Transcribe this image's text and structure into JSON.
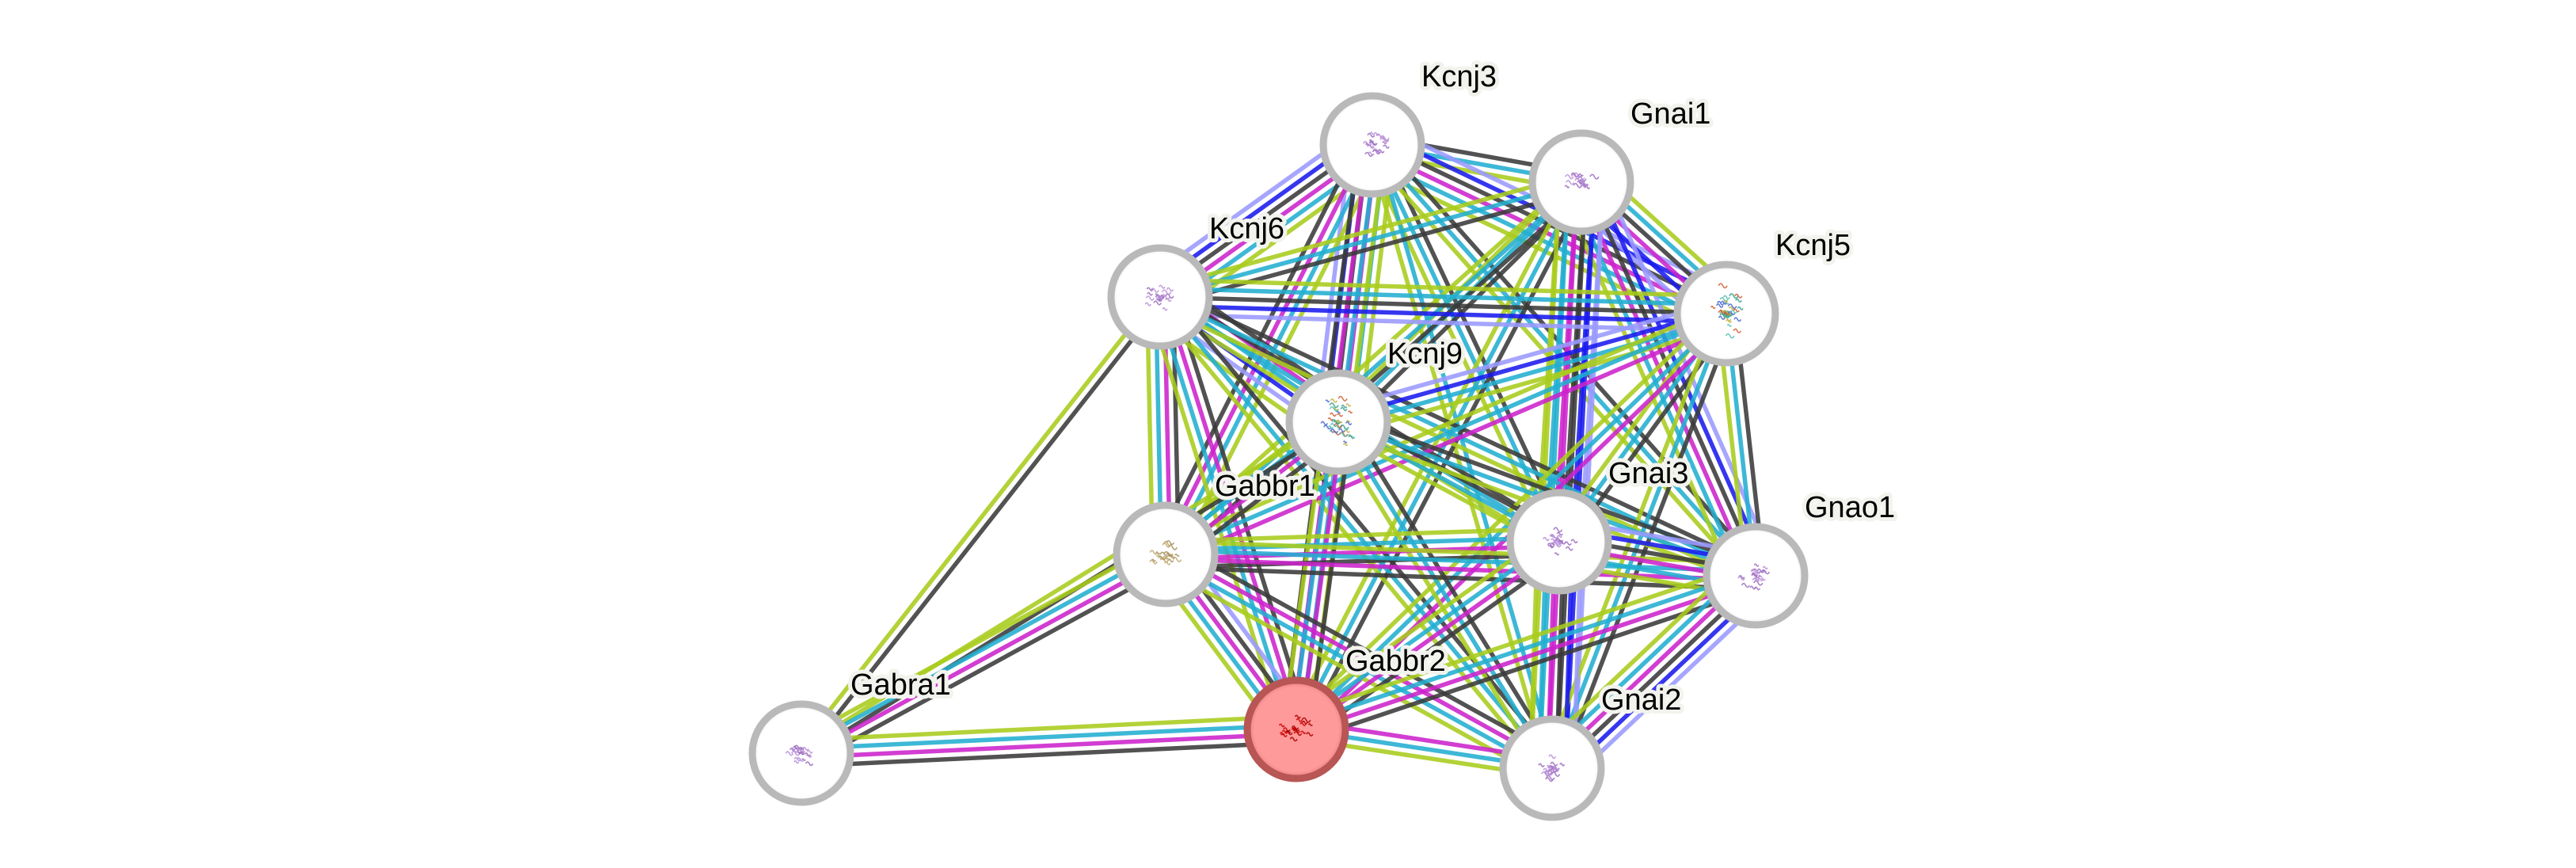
{
  "network": {
    "query_node": "Gabbr2",
    "colors": {
      "node_ring": "#b9b9b9",
      "node_fill": "#ffffff",
      "query_ring": "#b85555",
      "query_fill": "#ff9a9a",
      "label_halo": "#f3f3ee",
      "evidence": {
        "black": "#3a3a3a",
        "lime": "#a8cc1c",
        "cyan": "#22aed0",
        "magenta": "#cc22cc",
        "blue": "#1a1aee",
        "lightblue": "#9a9aff"
      }
    },
    "nodes": [
      {
        "id": "Kcnj3",
        "label": "Kcnj3",
        "structure": "purple-structure"
      },
      {
        "id": "Gnai1",
        "label": "Gnai1",
        "structure": "purple-structure"
      },
      {
        "id": "Kcnj6",
        "label": "Kcnj6",
        "structure": "purple-structure"
      },
      {
        "id": "Kcnj5",
        "label": "Kcnj5",
        "structure": "rainbow-structure"
      },
      {
        "id": "Kcnj9",
        "label": "Kcnj9",
        "structure": "rainbow-structure"
      },
      {
        "id": "Gabbr1",
        "label": "Gabbr1",
        "structure": "tan-structure"
      },
      {
        "id": "Gnai3",
        "label": "Gnai3",
        "structure": "purple-structure"
      },
      {
        "id": "Gnao1",
        "label": "Gnao1",
        "structure": "purple-structure"
      },
      {
        "id": "Gabbr2",
        "label": "Gabbr2",
        "structure": "red-structure"
      },
      {
        "id": "Gnai2",
        "label": "Gnai2",
        "structure": "purple-structure"
      },
      {
        "id": "Gabra1",
        "label": "Gabra1",
        "structure": "purple-structure"
      }
    ],
    "edges": [
      {
        "a": "Kcnj3",
        "b": "Gnai1",
        "evidence": [
          "black",
          "cyan",
          "lime"
        ]
      },
      {
        "a": "Kcnj3",
        "b": "Kcnj6",
        "evidence": [
          "lime",
          "cyan",
          "magenta",
          "black",
          "blue",
          "lightblue"
        ]
      },
      {
        "a": "Kcnj3",
        "b": "Kcnj5",
        "evidence": [
          "lightblue",
          "blue",
          "black",
          "magenta",
          "cyan",
          "lime"
        ]
      },
      {
        "a": "Kcnj3",
        "b": "Kcnj9",
        "evidence": [
          "lime",
          "cyan",
          "magenta",
          "black",
          "blue",
          "lightblue"
        ]
      },
      {
        "a": "Kcnj3",
        "b": "Gabbr1",
        "evidence": [
          "lime",
          "cyan",
          "magenta",
          "black"
        ]
      },
      {
        "a": "Kcnj3",
        "b": "Gnai3",
        "evidence": [
          "black",
          "cyan",
          "lime"
        ]
      },
      {
        "a": "Kcnj3",
        "b": "Gnao1",
        "evidence": [
          "black",
          "cyan",
          "lime"
        ]
      },
      {
        "a": "Kcnj3",
        "b": "Gabbr2",
        "evidence": [
          "lime",
          "cyan",
          "magenta",
          "black"
        ]
      },
      {
        "a": "Kcnj3",
        "b": "Gnai2",
        "evidence": [
          "cyan",
          "lime"
        ]
      },
      {
        "a": "Gnai1",
        "b": "Kcnj6",
        "evidence": [
          "black",
          "cyan",
          "lime"
        ]
      },
      {
        "a": "Gnai1",
        "b": "Kcnj5",
        "evidence": [
          "lime",
          "cyan",
          "black",
          "magenta",
          "blue",
          "lightblue"
        ]
      },
      {
        "a": "Gnai1",
        "b": "Kcnj9",
        "evidence": [
          "black",
          "cyan",
          "lime"
        ]
      },
      {
        "a": "Gnai1",
        "b": "Gabbr1",
        "evidence": [
          "black",
          "cyan",
          "lime"
        ]
      },
      {
        "a": "Gnai1",
        "b": "Gnai3",
        "evidence": [
          "lightblue",
          "blue",
          "black",
          "magenta",
          "cyan",
          "lime"
        ]
      },
      {
        "a": "Gnai1",
        "b": "Gnao1",
        "evidence": [
          "lightblue",
          "blue",
          "black",
          "magenta",
          "cyan",
          "lime"
        ]
      },
      {
        "a": "Gnai1",
        "b": "Gabbr2",
        "evidence": [
          "black",
          "cyan",
          "lime"
        ]
      },
      {
        "a": "Gnai1",
        "b": "Gnai2",
        "evidence": [
          "lightblue",
          "blue",
          "black",
          "magenta",
          "cyan",
          "lime"
        ]
      },
      {
        "a": "Kcnj6",
        "b": "Kcnj5",
        "evidence": [
          "lime",
          "cyan",
          "black",
          "blue",
          "lightblue"
        ]
      },
      {
        "a": "Kcnj6",
        "b": "Kcnj9",
        "evidence": [
          "black",
          "magenta",
          "cyan",
          "blue",
          "lightblue",
          "lime"
        ]
      },
      {
        "a": "Kcnj6",
        "b": "Gabbr1",
        "evidence": [
          "black",
          "magenta",
          "cyan",
          "lime"
        ]
      },
      {
        "a": "Kcnj6",
        "b": "Gnai3",
        "evidence": [
          "black",
          "cyan",
          "lime"
        ]
      },
      {
        "a": "Kcnj6",
        "b": "Gnao1",
        "evidence": [
          "black",
          "cyan",
          "lime"
        ]
      },
      {
        "a": "Kcnj6",
        "b": "Gabbr2",
        "evidence": [
          "black",
          "magenta",
          "cyan",
          "lime"
        ]
      },
      {
        "a": "Kcnj6",
        "b": "Gnai2",
        "evidence": [
          "black",
          "cyan",
          "lime"
        ]
      },
      {
        "a": "Kcnj6",
        "b": "Gabra1",
        "evidence": [
          "black",
          "lime"
        ]
      },
      {
        "a": "Kcnj5",
        "b": "Kcnj9",
        "evidence": [
          "lime",
          "cyan",
          "blue",
          "lightblue"
        ]
      },
      {
        "a": "Kcnj5",
        "b": "Gabbr1",
        "evidence": [
          "magenta",
          "cyan",
          "lime"
        ]
      },
      {
        "a": "Kcnj5",
        "b": "Gnai3",
        "evidence": [
          "black",
          "cyan",
          "lime"
        ]
      },
      {
        "a": "Kcnj5",
        "b": "Gnao1",
        "evidence": [
          "black",
          "cyan",
          "lime"
        ]
      },
      {
        "a": "Kcnj5",
        "b": "Gabbr2",
        "evidence": [
          "magenta",
          "cyan",
          "lime"
        ]
      },
      {
        "a": "Kcnj5",
        "b": "Gnai2",
        "evidence": [
          "black",
          "cyan",
          "lime"
        ]
      },
      {
        "a": "Kcnj9",
        "b": "Gabbr1",
        "evidence": [
          "black",
          "magenta",
          "cyan",
          "lime"
        ]
      },
      {
        "a": "Kcnj9",
        "b": "Gnai3",
        "evidence": [
          "black",
          "cyan",
          "lime"
        ]
      },
      {
        "a": "Kcnj9",
        "b": "Gnao1",
        "evidence": [
          "black",
          "cyan",
          "lime"
        ]
      },
      {
        "a": "Kcnj9",
        "b": "Gabbr2",
        "evidence": [
          "black",
          "magenta",
          "cyan",
          "lime"
        ]
      },
      {
        "a": "Kcnj9",
        "b": "Gnai2",
        "evidence": [
          "black",
          "cyan",
          "lime"
        ]
      },
      {
        "a": "Kcnj9",
        "b": "Gabra1",
        "evidence": [
          "black",
          "lime"
        ]
      },
      {
        "a": "Gabbr1",
        "b": "Gnai3",
        "evidence": [
          "lime",
          "cyan",
          "magenta",
          "black"
        ]
      },
      {
        "a": "Gabbr1",
        "b": "Gnao1",
        "evidence": [
          "lime",
          "cyan",
          "magenta",
          "black"
        ]
      },
      {
        "a": "Gabbr1",
        "b": "Gabbr2",
        "evidence": [
          "lightblue",
          "black",
          "magenta",
          "cyan",
          "lime"
        ]
      },
      {
        "a": "Gabbr1",
        "b": "Gnai2",
        "evidence": [
          "black",
          "magenta",
          "cyan",
          "lime"
        ]
      },
      {
        "a": "Gabbr1",
        "b": "Gabra1",
        "evidence": [
          "black",
          "magenta",
          "cyan",
          "lime"
        ]
      },
      {
        "a": "Gnai3",
        "b": "Gnao1",
        "evidence": [
          "lightblue",
          "blue",
          "black",
          "magenta",
          "cyan",
          "lime"
        ]
      },
      {
        "a": "Gnai3",
        "b": "Gabbr2",
        "evidence": [
          "black",
          "magenta",
          "cyan",
          "lime"
        ]
      },
      {
        "a": "Gnai3",
        "b": "Gnai2",
        "evidence": [
          "lightblue",
          "blue",
          "black",
          "magenta",
          "cyan",
          "lime"
        ]
      },
      {
        "a": "Gnao1",
        "b": "Gabbr2",
        "evidence": [
          "black",
          "magenta",
          "cyan",
          "lime"
        ]
      },
      {
        "a": "Gnao1",
        "b": "Gnai2",
        "evidence": [
          "lightblue",
          "blue",
          "black",
          "magenta",
          "cyan",
          "lime"
        ]
      },
      {
        "a": "Gabbr2",
        "b": "Gnai2",
        "evidence": [
          "magenta",
          "cyan",
          "lime"
        ]
      },
      {
        "a": "Gabbr2",
        "b": "Gabra1",
        "evidence": [
          "black",
          "magenta",
          "cyan",
          "lime"
        ]
      }
    ]
  }
}
